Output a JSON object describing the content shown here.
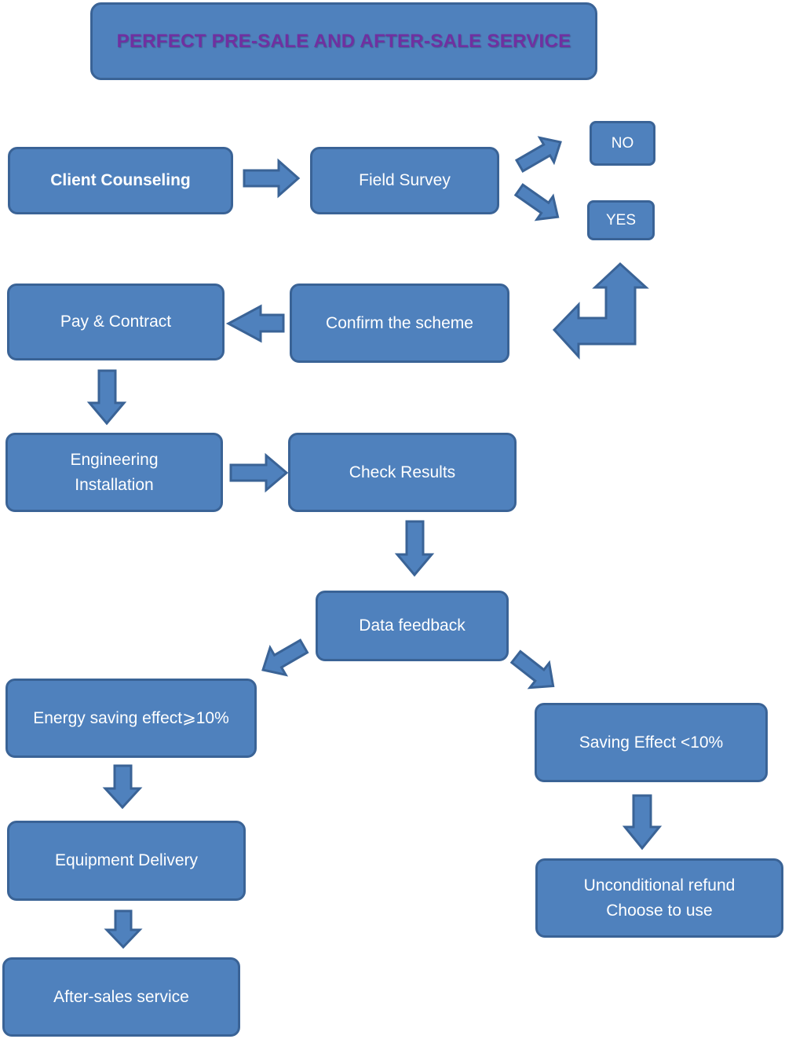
{
  "title": "PERFECT PRE-SALE AND AFTER-SALE SERVICE",
  "colors": {
    "box_fill": "#4f81bd",
    "box_border": "#3a6396",
    "title_text": "#7030a0"
  },
  "nodes": {
    "client_counseling": "Client Counseling",
    "field_survey": "Field Survey",
    "no": "NO",
    "yes": "YES",
    "confirm_scheme": "Confirm the scheme",
    "pay_contract": "Pay & Contract",
    "engineering_installation": "Engineering\nInstallation",
    "check_results": "Check Results",
    "data_feedback": "Data feedback",
    "energy_saving_high": "Energy saving effect⩾10%",
    "saving_effect_low": "Saving Effect <10%",
    "equipment_delivery": "Equipment Delivery",
    "after_sales": "After-sales service",
    "unconditional_refund": "Unconditional refund\nChoose to use"
  }
}
